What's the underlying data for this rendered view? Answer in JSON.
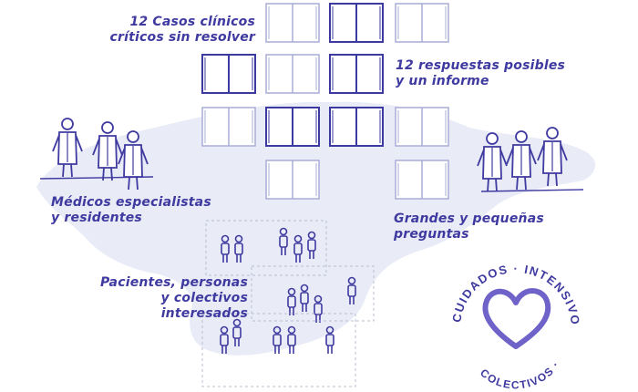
{
  "labels": {
    "cases": "12 Casos clínicos\ncríticos sin resolver",
    "answers": "12 respuestas posibles\ny un informe",
    "doctors": "Médicos especialistas\ny residentes",
    "questions": "Grandes y pequeñas\npreguntas",
    "patients": "Pacientes, personas\ny colectivos interesados"
  },
  "badge": {
    "top_text": "CUIDADOS · INTENSIVOS ·",
    "bottom_text": "COLECTIVOS ·"
  },
  "colors": {
    "ink": "#3f3aa0",
    "map": "#e9ecf7",
    "book_dark": "#3a3aa0",
    "book_light": "#a9acd6"
  }
}
